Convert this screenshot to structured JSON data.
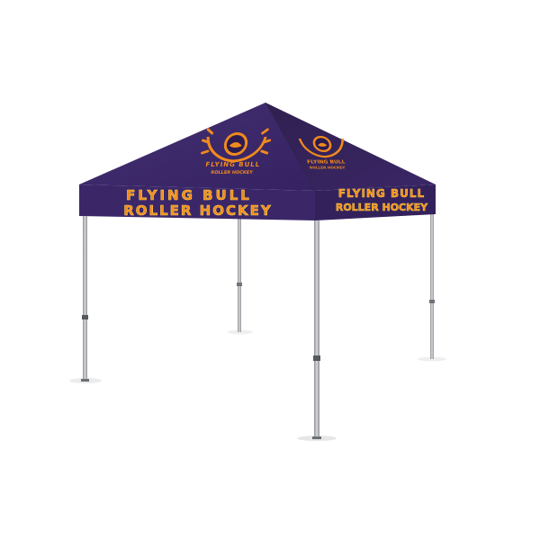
{
  "product": {
    "name": "Custom printed pop-up canopy tent"
  },
  "branding": {
    "line1": "FLYING BULL",
    "line2": "ROLLER HOCKEY",
    "roof_line1": "FLYING BULL",
    "roof_line2": "ROLLER HOCKEY"
  },
  "colors": {
    "canopy": "#3c2767",
    "canopy_shade": "#2f1d54",
    "canopy_light": "#4a3278",
    "text": "#f08a1e",
    "text_outline": "#ffcf4a",
    "frame": "#b9bcc0",
    "frame_dark": "#7d8186",
    "shadow": "#e9e9e9"
  },
  "icons": {
    "logo": "bull-laurel-logo-icon"
  }
}
